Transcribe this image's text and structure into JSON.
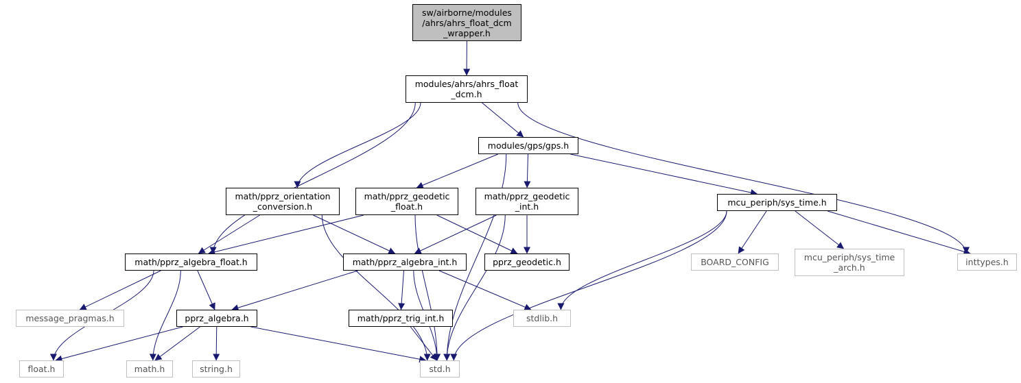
{
  "diagram": {
    "colors": {
      "edge": "#191970",
      "root_fill": "#bfbfbf",
      "external_border": "#bfbfbf"
    },
    "nodes": [
      {
        "id": "root",
        "label": "sw/airborne/modules\n/ahrs/ahrs_float_dcm\n_wrapper.h",
        "kind": "root"
      },
      {
        "id": "dcm",
        "label": "modules/ahrs/ahrs_float\n_dcm.h",
        "kind": "internal"
      },
      {
        "id": "gps",
        "label": "modules/gps/gps.h",
        "kind": "internal"
      },
      {
        "id": "orient",
        "label": "math/pprz_orientation\n_conversion.h",
        "kind": "internal"
      },
      {
        "id": "geofloat",
        "label": "math/pprz_geodetic\n_float.h",
        "kind": "internal"
      },
      {
        "id": "geoint",
        "label": "math/pprz_geodetic\n_int.h",
        "kind": "internal"
      },
      {
        "id": "systime",
        "label": "mcu_periph/sys_time.h",
        "kind": "internal"
      },
      {
        "id": "algfloat",
        "label": "math/pprz_algebra_float.h",
        "kind": "internal"
      },
      {
        "id": "algint",
        "label": "math/pprz_algebra_int.h",
        "kind": "internal"
      },
      {
        "id": "geodetic",
        "label": "pprz_geodetic.h",
        "kind": "internal"
      },
      {
        "id": "board",
        "label": "BOARD_CONFIG",
        "kind": "external"
      },
      {
        "id": "systimearch",
        "label": "mcu_periph/sys_time\n_arch.h",
        "kind": "external"
      },
      {
        "id": "inttypes",
        "label": "inttypes.h",
        "kind": "external"
      },
      {
        "id": "msgprag",
        "label": "message_pragmas.h",
        "kind": "external"
      },
      {
        "id": "algebra",
        "label": "pprz_algebra.h",
        "kind": "internal"
      },
      {
        "id": "trigint",
        "label": "math/pprz_trig_int.h",
        "kind": "internal"
      },
      {
        "id": "stdlib",
        "label": "stdlib.h",
        "kind": "external"
      },
      {
        "id": "float",
        "label": "float.h",
        "kind": "external"
      },
      {
        "id": "math",
        "label": "math.h",
        "kind": "external"
      },
      {
        "id": "string",
        "label": "string.h",
        "kind": "external"
      },
      {
        "id": "std",
        "label": "std.h",
        "kind": "external"
      }
    ],
    "edges": [
      [
        "root",
        "dcm"
      ],
      [
        "dcm",
        "algfloat"
      ],
      [
        "dcm",
        "orient"
      ],
      [
        "dcm",
        "gps"
      ],
      [
        "dcm",
        "inttypes"
      ],
      [
        "gps",
        "geofloat"
      ],
      [
        "gps",
        "geoint"
      ],
      [
        "gps",
        "systime"
      ],
      [
        "gps",
        "std"
      ],
      [
        "orient",
        "algfloat"
      ],
      [
        "orient",
        "algint"
      ],
      [
        "orient",
        "std"
      ],
      [
        "geofloat",
        "algfloat"
      ],
      [
        "geofloat",
        "geodetic"
      ],
      [
        "geofloat",
        "std"
      ],
      [
        "geoint",
        "algint"
      ],
      [
        "geoint",
        "geodetic"
      ],
      [
        "geoint",
        "std"
      ],
      [
        "systime",
        "stdlib"
      ],
      [
        "systime",
        "board"
      ],
      [
        "systime",
        "systimearch"
      ],
      [
        "systime",
        "inttypes"
      ],
      [
        "systime",
        "std"
      ],
      [
        "algfloat",
        "float"
      ],
      [
        "algfloat",
        "msgprag"
      ],
      [
        "algfloat",
        "math"
      ],
      [
        "algfloat",
        "algebra"
      ],
      [
        "algint",
        "algebra"
      ],
      [
        "algint",
        "trigint"
      ],
      [
        "algint",
        "stdlib"
      ],
      [
        "algint",
        "std"
      ],
      [
        "algebra",
        "float"
      ],
      [
        "algebra",
        "math"
      ],
      [
        "algebra",
        "string"
      ],
      [
        "algebra",
        "std"
      ],
      [
        "trigint",
        "std"
      ]
    ]
  }
}
